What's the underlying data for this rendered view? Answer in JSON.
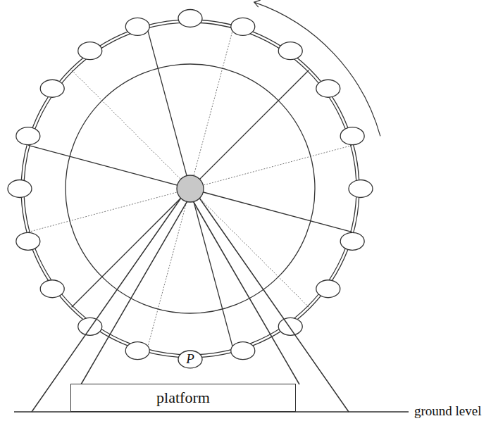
{
  "diagram": {
    "nodes": [
      {
        "text": [
          "P"
        ]
      },
      {
        "text": [
          "platform"
        ]
      }
    ],
    "labels": [
      "ground level"
    ]
  }
}
